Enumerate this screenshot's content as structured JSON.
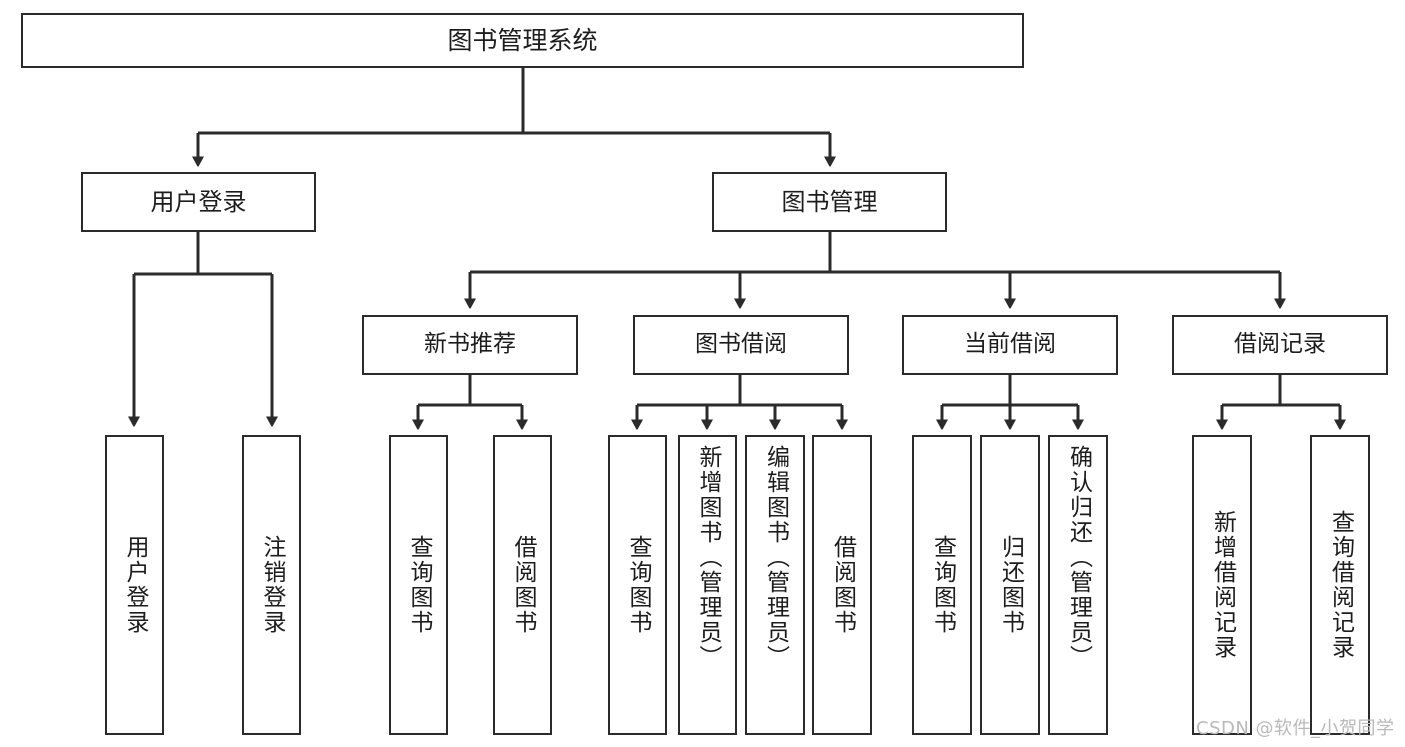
{
  "diagram": {
    "title": "图书管理系统",
    "type": "functional-structure-tree",
    "watermark": "CSDN @软件_小贺同学",
    "colors": {
      "box_border": "#2b2b2b",
      "box_fill": "#ffffff",
      "edge": "#2b2b2b",
      "text": "#1d1d1d",
      "watermark": "#b9b9b9",
      "background": "#ffffff"
    },
    "root": {
      "label": "图书管理系统"
    },
    "level2": [
      {
        "label": "用户登录"
      },
      {
        "label": "图书管理"
      }
    ],
    "level3": [
      {
        "label": "新书推荐"
      },
      {
        "label": "图书借阅"
      },
      {
        "label": "当前借阅"
      },
      {
        "label": "借阅记录"
      }
    ],
    "leaves": {
      "user_login": [
        {
          "label": "用户登录"
        },
        {
          "label": "注销登录"
        }
      ],
      "new_book_recommend": [
        {
          "label": "查询图书"
        },
        {
          "label": "借阅图书"
        }
      ],
      "book_borrow": [
        {
          "label": "查询图书"
        },
        {
          "label": "新增图书（管理员）"
        },
        {
          "label": "编辑图书（管理员）"
        },
        {
          "label": "借阅图书"
        }
      ],
      "current_borrow": [
        {
          "label": "查询图书"
        },
        {
          "label": "归还图书"
        },
        {
          "label": "确认归还（管理员）"
        }
      ],
      "borrow_record": [
        {
          "label": "新增借阅记录"
        },
        {
          "label": "查询借阅记录"
        }
      ]
    }
  }
}
